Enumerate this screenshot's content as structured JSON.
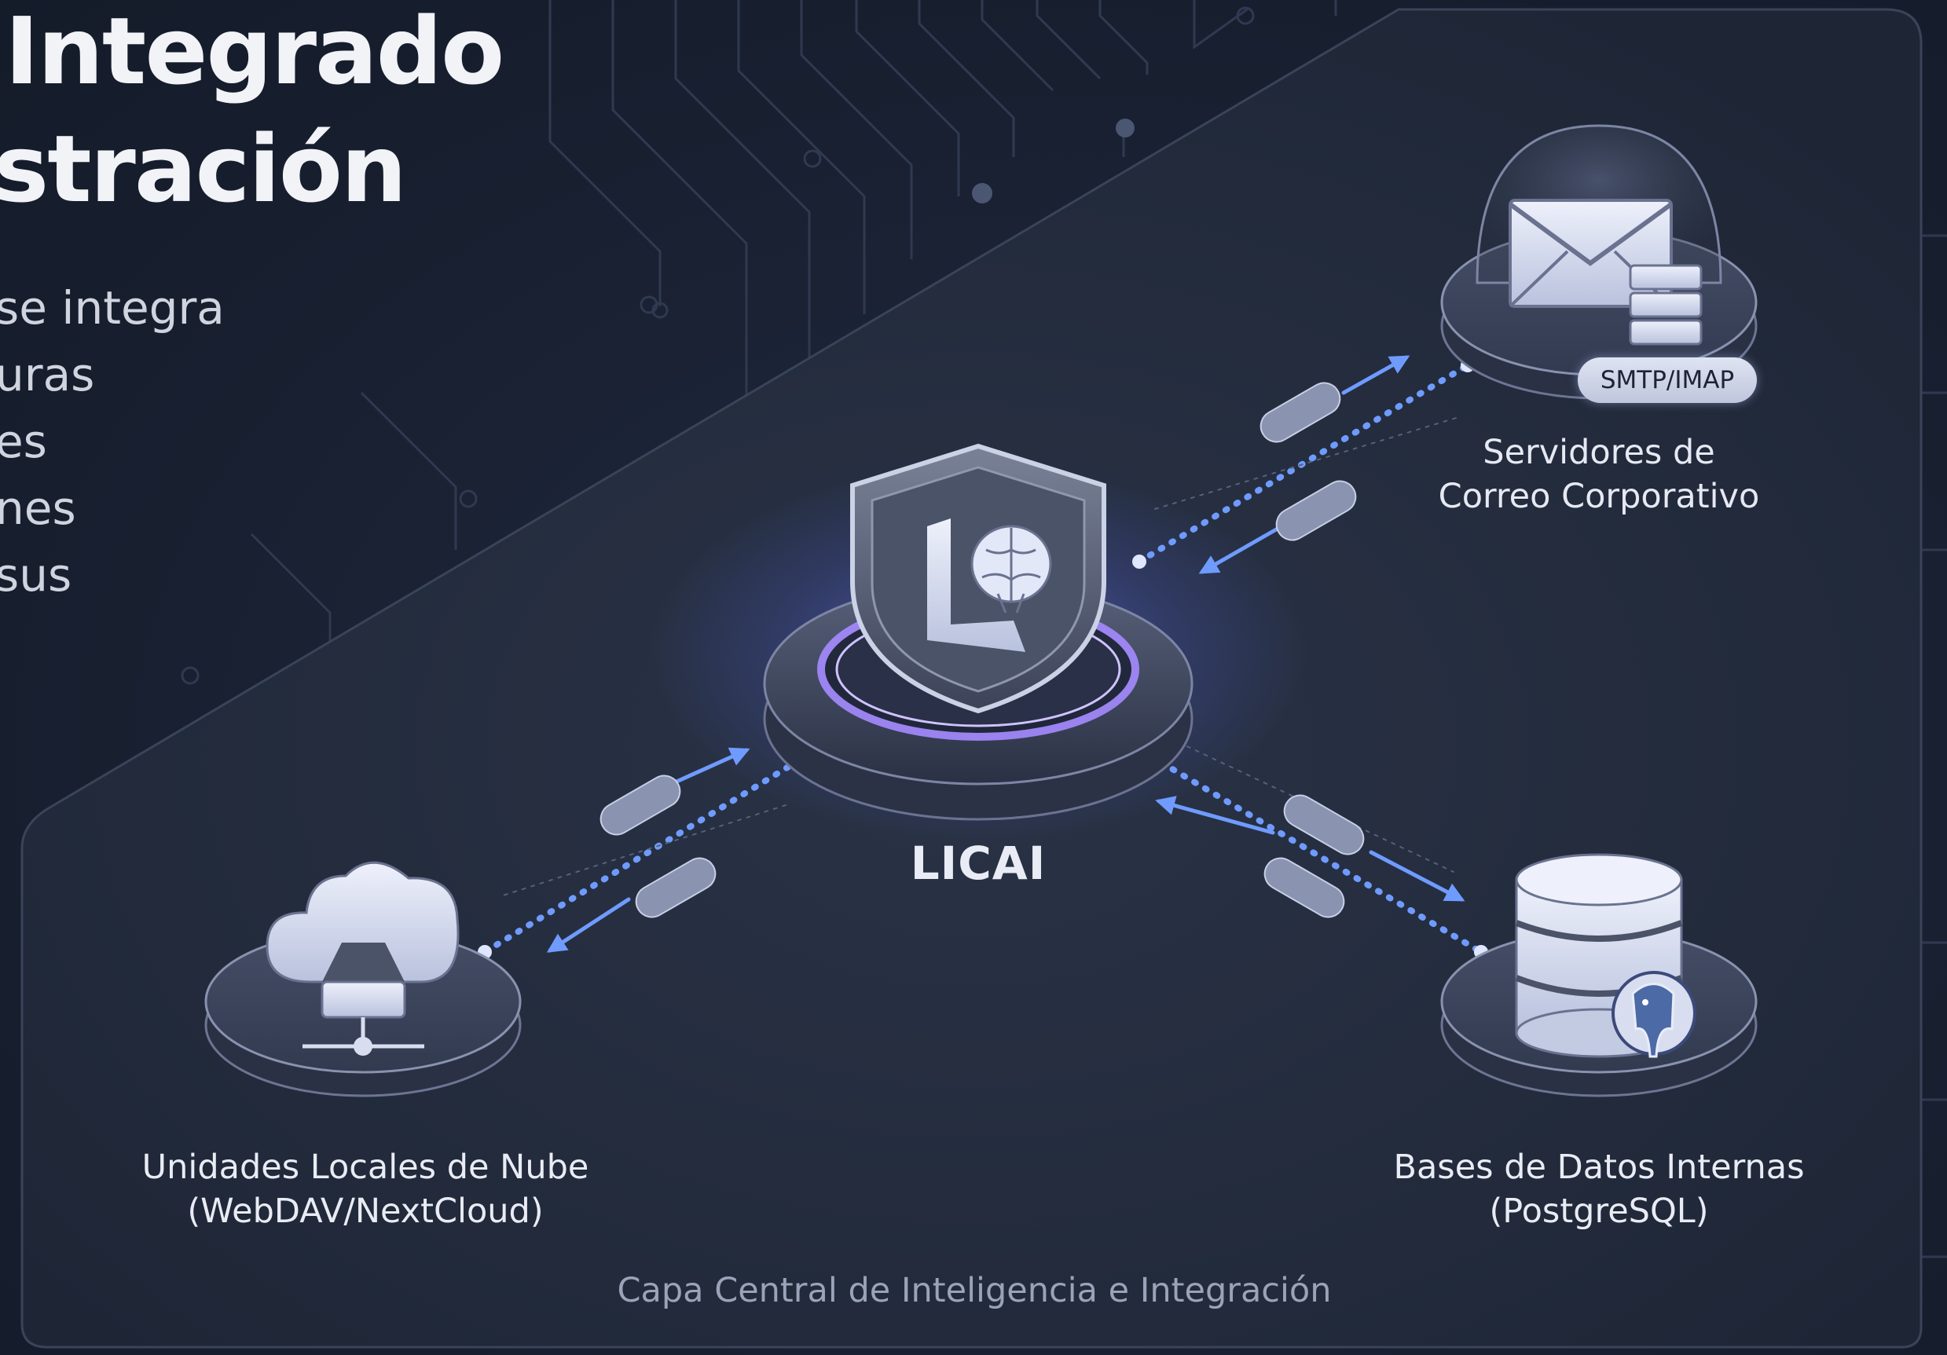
{
  "heading": {
    "line1": "Integrado",
    "line2": "stración"
  },
  "body_text": {
    "lines": [
      "se integra",
      "uras",
      "es",
      "nes",
      "sus"
    ]
  },
  "hub": {
    "label": "LICAI"
  },
  "nodes": {
    "mail": {
      "line1": "Servidores de",
      "line2": "Correo Corporativo",
      "badge": "SMTP/IMAP"
    },
    "cloud": {
      "line1": "Unidades Locales de Nube",
      "line2": "(WebDAV/NextCloud)"
    },
    "database": {
      "line1": "Bases de Datos Internas",
      "line2": "(PostgreSQL)"
    }
  },
  "caption": "Capa Central de Inteligencia e Integración",
  "colors": {
    "background": "#1a2234",
    "panel": "#222a3b",
    "connection": "#5b8cff",
    "glow": "#a78bfa",
    "text": "#e9ecf4"
  },
  "icons": [
    "shield-icon",
    "brain-icon",
    "envelope-icon",
    "server-icon",
    "cloud-icon",
    "database-icon",
    "elephant-icon"
  ]
}
